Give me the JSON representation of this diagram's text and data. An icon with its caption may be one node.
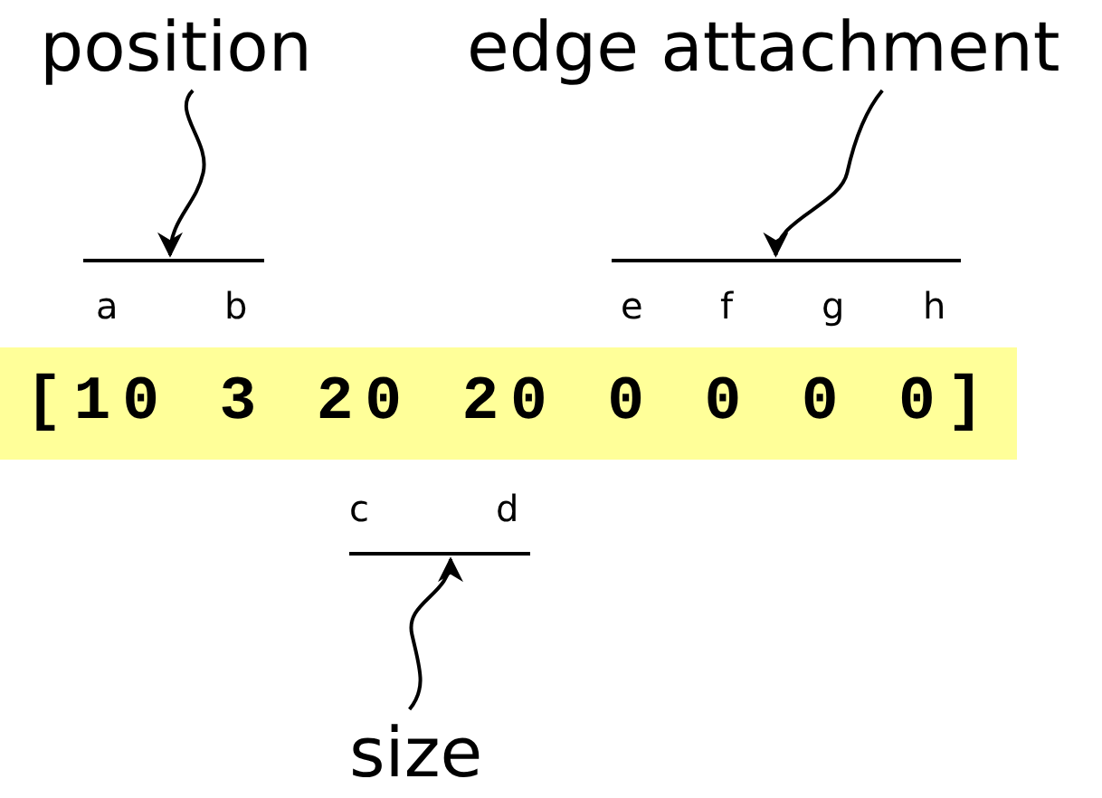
{
  "diagram": {
    "nodes": [
      {
        "text": [
          "position"
        ]
      },
      {
        "text": [
          "edge attachment"
        ]
      },
      {
        "text": [],
        "shape": "bar"
      },
      {
        "text": [],
        "shape": "bar"
      },
      {
        "text": [
          "[10 3 20 20 0 0 0 0]"
        ]
      },
      {
        "text": [],
        "shape": "bar"
      },
      {
        "text": [
          "size"
        ]
      }
    ],
    "edges": [
      {
        "from": 0,
        "to": 2,
        "arrow": "to"
      },
      {
        "from": 1,
        "to": 3,
        "arrow": "to"
      },
      {
        "from": 6,
        "to": 5,
        "arrow": "to"
      }
    ],
    "labels": [
      "a",
      "b",
      "e",
      "f",
      "g",
      "h",
      "c",
      "d"
    ]
  }
}
